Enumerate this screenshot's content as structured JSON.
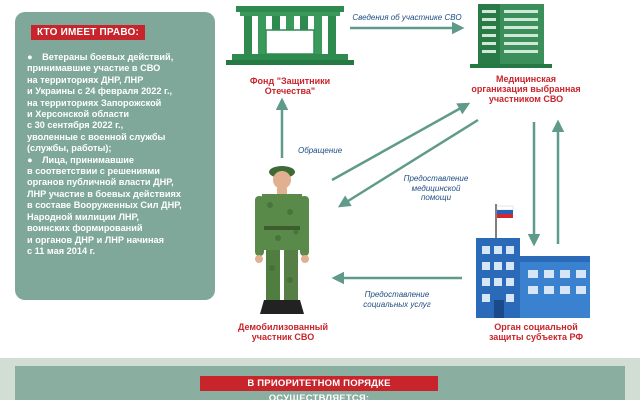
{
  "panel": {
    "title": "КТО ИМЕЕТ ПРАВО:",
    "bullet1": [
      "Ветераны боевых действий,",
      "принимавшие участие в СВО",
      "на территориях ДНР, ЛНР",
      "и Украины с 24 февраля 2022 г.,",
      "на территориях Запорожской",
      "и Херсонской области",
      "с 30 сентября 2022 г.,",
      "уволенные с военной службы",
      "(службы, работы);"
    ],
    "bullet2": [
      "Лица, принимавшие",
      "в соответствии с решениями",
      "органов публичной власти ДНР,",
      "ЛНР участие в боевых  действиях",
      "в составе Вооруженных Сил ДНР,",
      "Народной милиции ЛНР,",
      "воинских формирований",
      "и органов ДНР и ЛНР начиная",
      "с 11 мая 2014 г."
    ]
  },
  "nodes": {
    "fund": [
      "Фонд \"Защитники",
      "Отечества\""
    ],
    "medical": [
      "Медицинская",
      "организация выбранная",
      "участником СВО"
    ],
    "social": [
      "Орган социальной",
      "защиты субъекта РФ"
    ],
    "soldier": [
      "Демобилизованный",
      "участник СВО"
    ]
  },
  "arrows": {
    "svo_info": "Сведения об участнике СВО",
    "appeal": "Обращение",
    "medical_help": [
      "Предоставление",
      "медицинской",
      "помощи"
    ],
    "social_services": [
      "Предоставление",
      "социальных услуг"
    ]
  },
  "footer": {
    "priority": "В ПРИОРИТЕТНОМ ПОРЯДКЕ ОСУЩЕСТВЛЯЕТСЯ:"
  },
  "colors": {
    "accent_red": "#c8242b",
    "arrow_teal": "#5f9a8a",
    "building_green": "#2f8a50",
    "building_blue": "#2a6ab8",
    "panel_green": "#7fa89a"
  }
}
